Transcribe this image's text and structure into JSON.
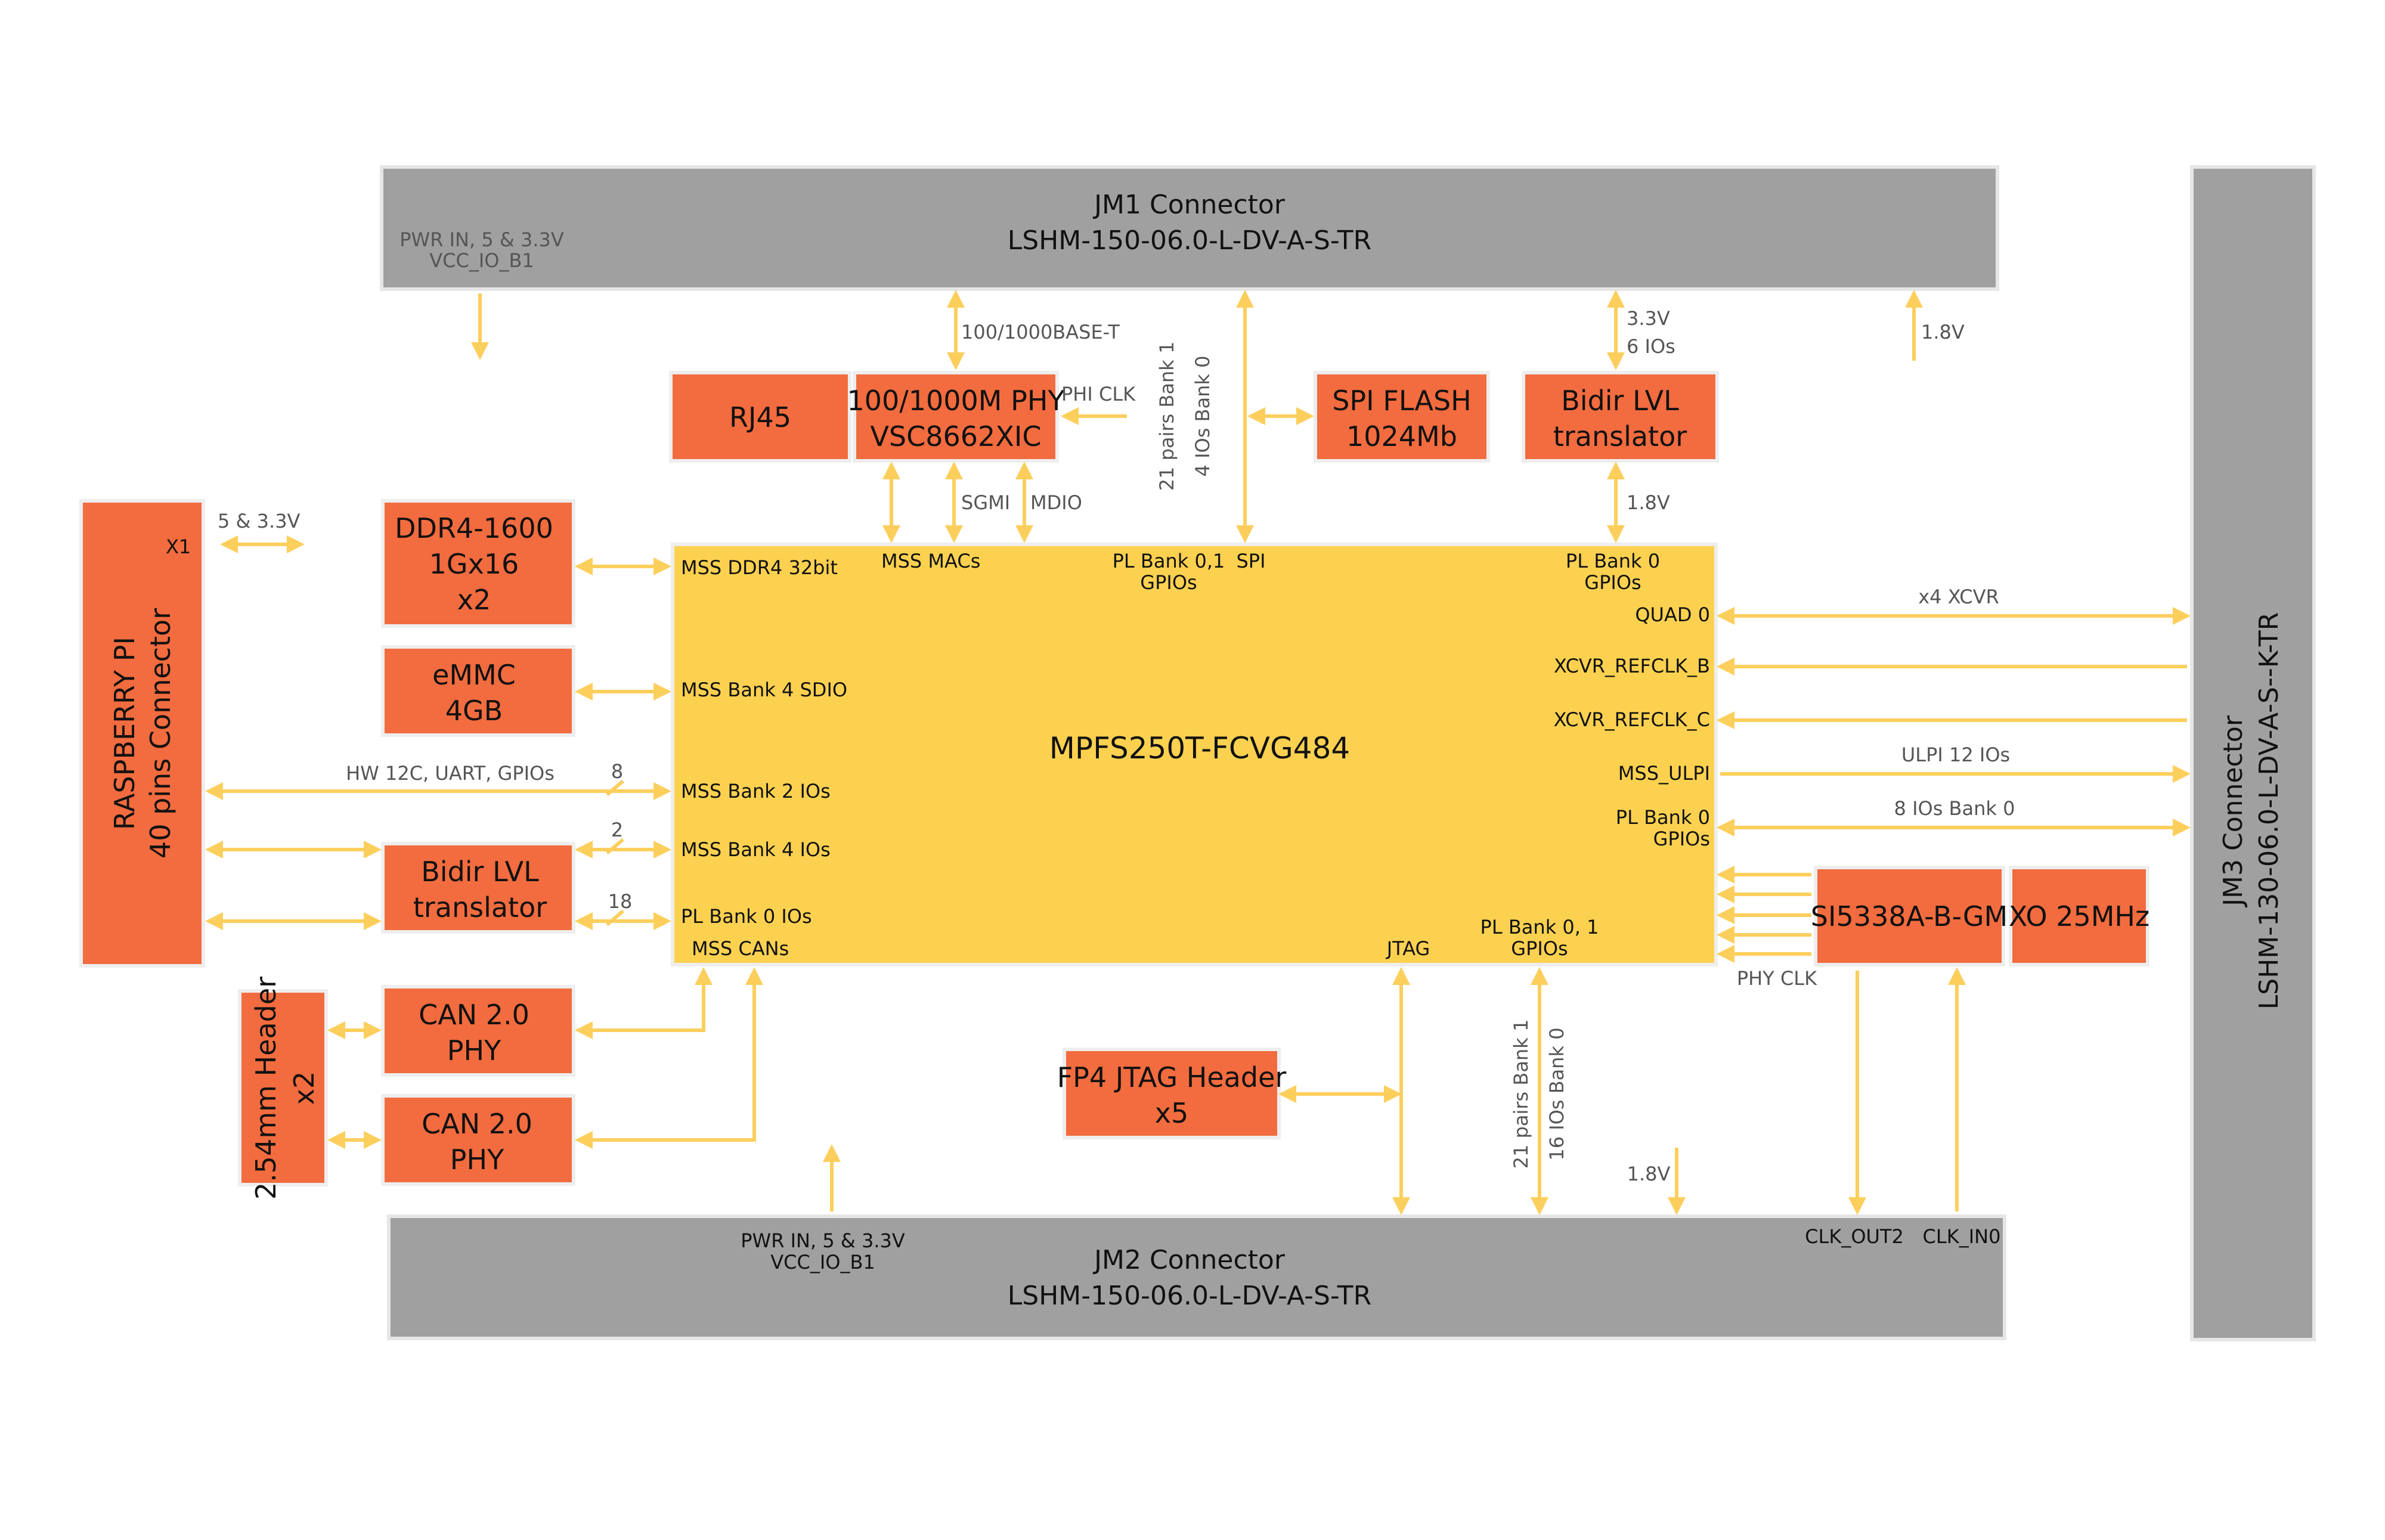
{
  "colors": {
    "connector": "#a0a0a0",
    "component": "#f26c3f",
    "fpga": "#fdd150",
    "arrow": "#fccf5d"
  },
  "connectors": {
    "jm1": {
      "line1": "JM1 Connector",
      "line2": "LSHM-150-06.0-L-DV-A-S-TR"
    },
    "jm2": {
      "line1": "JM2 Connector",
      "line2": "LSHM-150-06.0-L-DV-A-S-TR"
    },
    "jm3": {
      "line1": "JM3 Connector",
      "line2": "LSHM-130-06.0-L-DV-A-S--K-TR"
    }
  },
  "components": {
    "rj45": {
      "line1": "RJ45"
    },
    "phy": {
      "line1": "100/1000M PHY",
      "line2": "VSC8662XIC"
    },
    "spi_flash": {
      "line1": "SPI FLASH",
      "line2": "1024Mb"
    },
    "bidir_top": {
      "line1": "Bidir LVL",
      "line2": "translator"
    },
    "ddr4": {
      "line1": "DDR4-1600",
      "line2": "1Gx16",
      "line3": "x2"
    },
    "emmc": {
      "line1": "eMMC",
      "line2": "4GB"
    },
    "bidir_left": {
      "line1": "Bidir LVL",
      "line2": "translator"
    },
    "can1": {
      "line1": "CAN 2.0",
      "line2": "PHY"
    },
    "can2": {
      "line1": "CAN 2.0",
      "line2": "PHY"
    },
    "header": {
      "line1": "2.54mm Header",
      "line2": "x2"
    },
    "raspberry": {
      "line1": "RASPBERRY PI",
      "line2": "40 pins Connector"
    },
    "jtag_header": {
      "line1": "FP4 JTAG Header",
      "line2": "x5"
    },
    "si5338": {
      "line1": "SI5338A-B-GM"
    },
    "xo": {
      "line1": "XO 25MHz"
    }
  },
  "fpga": {
    "title": "MPFS250T-FCVG484",
    "ports": {
      "mss_ddr4": "MSS DDR4 32bit",
      "mss_macs": "MSS MACs",
      "pl_bank01_a": "PL Bank 0,1",
      "pl_bank01_b": "GPIOs",
      "spi": "SPI",
      "pl_bank0_top_a": "PL Bank 0",
      "pl_bank0_top_b": "GPIOs",
      "quad0": "QUAD 0",
      "xcvr_b": "XCVR_REFCLK_B",
      "xcvr_c": "XCVR_REFCLK_C",
      "mss_ulpi": "MSS_ULPI",
      "pl_bank0_right_a": "PL Bank 0",
      "pl_bank0_right_b": "GPIOs",
      "mss_bank4_sdio": "MSS Bank 4 SDIO",
      "mss_bank2": "MSS Bank 2 IOs",
      "mss_bank4": "MSS Bank 4 IOs",
      "pl_bank0_ios": "PL Bank 0 IOs",
      "mss_cans": "MSS CANs",
      "jtag": "JTAG",
      "pl_bank01_bot_a": "PL Bank 0, 1",
      "pl_bank01_bot_b": "GPIOs"
    }
  },
  "labels": {
    "pwr_in": "PWR IN, 5 & 3.3V",
    "vcc_io": "VCC_IO_B1",
    "base_t": "100/1000BASE-T",
    "phi_clk": "PHI CLK",
    "pairs_bank1_top": "21 pairs Bank 1",
    "ios_bank0_top": "4 IOs Bank 0",
    "v33": "3.3V",
    "ios6": "6 IOs",
    "v18_jm1": "1.8V",
    "v18_bidir": "1.8V",
    "v18_jm2": "1.8V",
    "sgmi": "SGMI",
    "mdio": "MDIO",
    "x1": "X1",
    "v5_33": "5 & 3.3V",
    "hw_bus": "HW 12C, UART, GPIOs",
    "n8": "8",
    "n2": "2",
    "n18": "18",
    "x4_xcvr": "x4 XCVR",
    "ulpi": "ULPI 12 IOs",
    "ios8": "8 IOs Bank 0",
    "phy_clk": "PHY CLK",
    "pairs_bank1_bot": "21 pairs Bank 1",
    "ios16": "16 IOs Bank 0",
    "pwr_in_jm2": "PWR IN, 5 & 3.3V",
    "vcc_io_jm2": "VCC_IO_B1",
    "clk_out2": "CLK_OUT2",
    "clk_in0": "CLK_IN0"
  }
}
